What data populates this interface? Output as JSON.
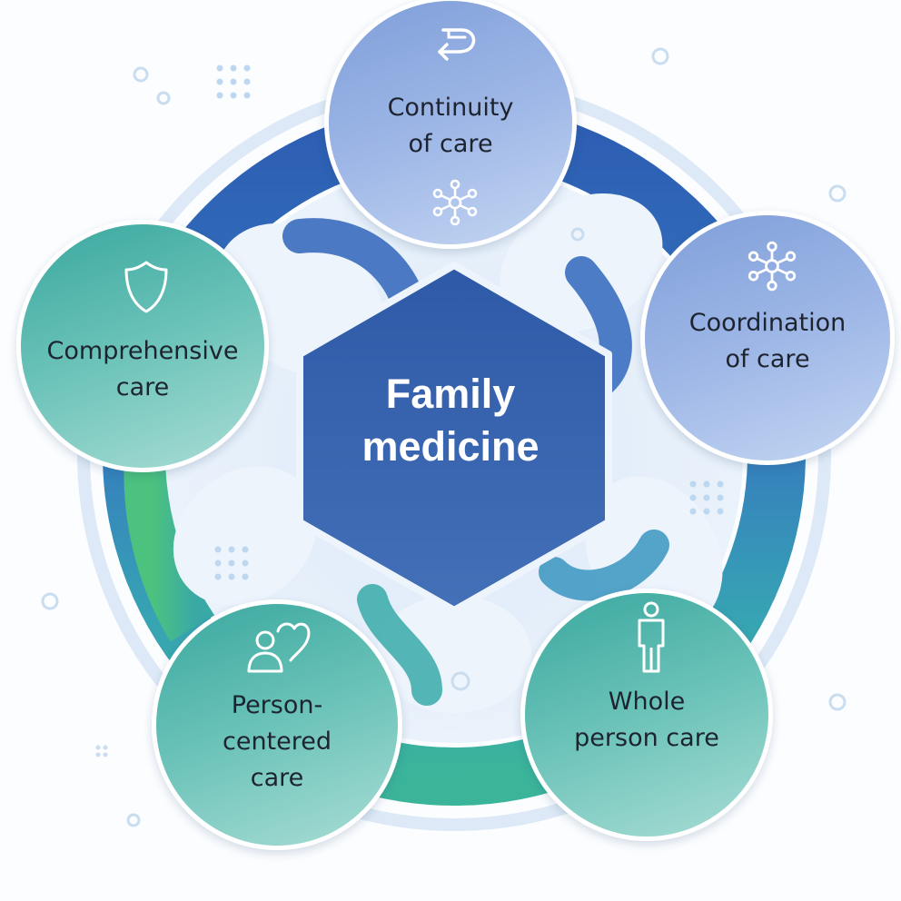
{
  "center": {
    "line1": "Family",
    "line2": "medicine"
  },
  "nodes": [
    {
      "id": "continuity",
      "line1": "Continuity",
      "line2": "of care",
      "icon": "return-arrow-icon / network-icon"
    },
    {
      "id": "coordination",
      "line1": "Coordination",
      "line2": "of care",
      "icon": "network-icon"
    },
    {
      "id": "whole",
      "line1": "Whole",
      "line2": "person care",
      "icon": "person-icon"
    },
    {
      "id": "person",
      "line1": "Person-",
      "line2": "centered",
      "line3": "care",
      "icon": "person-heart-icon"
    },
    {
      "id": "comprehensive",
      "line1": "Comprehensive",
      "line2": "care",
      "icon": "shield-icon"
    }
  ],
  "colors": {
    "blue_dark": "#2f5fae",
    "blue_mid": "#3f72c0",
    "teal": "#3bb0a3",
    "green": "#4cc082",
    "hex": "#3460ab"
  }
}
